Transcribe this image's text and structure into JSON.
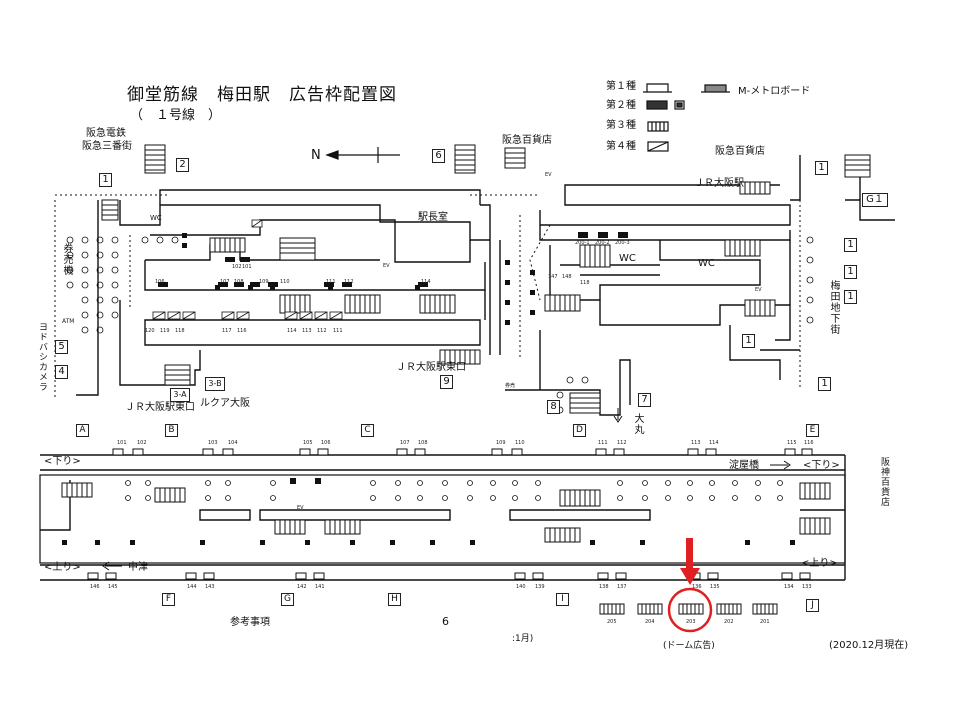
{
  "title": "御堂筋線　梅田駅　広告枠配置図",
  "subtitle": "（　１号線　）",
  "legend": {
    "type1": "第１種",
    "type2": "第２種",
    "type3": "第３種",
    "type4": "第４種",
    "metro_board": "M-メトロボード"
  },
  "compass": "N",
  "labels": {
    "hankyu_dentetsu": "阪急電鉄",
    "hankyu_sanbangai": "阪急三番街",
    "hankyu_hyakkaten_top": "阪急百貨店",
    "hankyu_hyakkaten_right": "阪急百貨店",
    "jr_osaka_eki": "ＪＲ大阪駅",
    "ekichoshitsu": "駅長室",
    "kenbaiki": "券売機",
    "yodobashi": "ヨドバシカメラ",
    "atm": "ATM",
    "umeda_chikagai": "梅田地下街",
    "jr_osaka_higashiguchi_center": "ＪＲ大阪駅東口",
    "jr_osaka_higashiguchi_left": "ＪＲ大阪駅東口",
    "lucua": "ルクア大阪",
    "daimaru": "大丸",
    "hanshin": "阪神百貨店",
    "kudari_left": "<下り>",
    "kudari_right": "<下り>",
    "nobori_left": "<上り>",
    "nobori_right": "<上り>",
    "yodoyabashi": "淀屋橋",
    "nakatsu": "中津",
    "sanko": "参考事項",
    "page_num": "6",
    "month_frag": ":1月)",
    "dome": "(ドーム広告)",
    "as_of": "(2020.12月現在)",
    "wc": "WC",
    "ev": "EV",
    "g1": "G１",
    "kenbai": "券売"
  },
  "section_letters": [
    "A",
    "B",
    "C",
    "D",
    "E",
    "F",
    "G",
    "H",
    "I",
    "J"
  ],
  "exit_numbers": {
    "e1": "1",
    "e2": "2",
    "e6": "6",
    "e1b": "1",
    "e5": "5",
    "e4": "4",
    "e3a": "3-A",
    "e3b": "3-B",
    "e9": "9",
    "e8": "8",
    "e7": "7",
    "er1": "1",
    "er2": "1",
    "er3": "1",
    "er4": "1",
    "er5": "1",
    "er6": "1"
  },
  "ad_numbers_top": [
    "101",
    "102",
    "103",
    "104",
    "105",
    "106",
    "107",
    "108",
    "109",
    "110",
    "111",
    "112",
    "113",
    "114",
    "115",
    "116"
  ],
  "ad_numbers_bottom": [
    "146",
    "145",
    "144",
    "143",
    "142",
    "141",
    "140",
    "139",
    "138",
    "137",
    "136",
    "135",
    "134",
    "133"
  ],
  "dome_ads": [
    "205",
    "204",
    "203",
    "202",
    "201"
  ],
  "concourse_ads": {
    "row1": [
      "102",
      "101"
    ],
    "row2": [
      "106",
      "107",
      "108",
      "109",
      "110",
      "111",
      "112",
      "114"
    ],
    "row3": [
      "120",
      "119",
      "118",
      "117",
      "116",
      "114",
      "113",
      "112",
      "111"
    ],
    "right": [
      "200-1",
      "200-2",
      "200-3",
      "147",
      "148",
      "118"
    ]
  }
}
